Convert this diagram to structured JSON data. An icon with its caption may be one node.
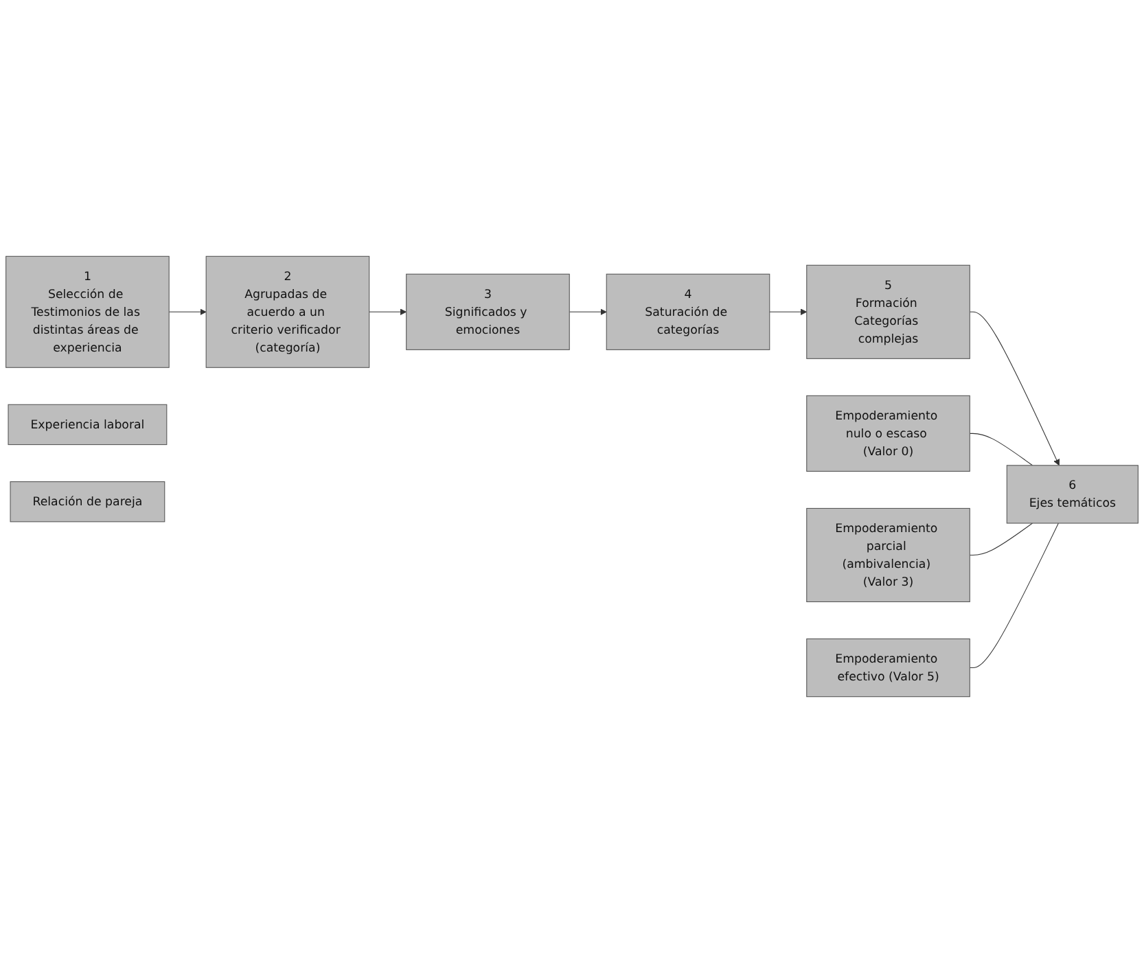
{
  "diagram": {
    "nodes": [
      {
        "text": [
          "1",
          "Selección de Testimonios de las distintas áreas de experiencia"
        ]
      },
      {
        "text": [
          "2",
          "Agrupadas de acuerdo a un criterio verificador (categoría)"
        ]
      },
      {
        "text": [
          "Experiencia laboral"
        ]
      },
      {
        "text": [
          "3",
          "Significados y emociones"
        ]
      },
      {
        "text": [
          "Relación de pareja"
        ]
      },
      {
        "text": [
          "4",
          "Saturación de categorías"
        ]
      },
      {
        "text": [
          "5",
          "Formación Categorías complejas"
        ]
      },
      {
        "text": [
          "Empoderamiento nulo o escaso (Valor 0)"
        ]
      },
      {
        "text": [
          "Empoderamiento parcial (ambivalencia) (Valor 3)"
        ]
      },
      {
        "text": [
          "Empoderamiento efectivo (Valor 5)"
        ]
      },
      {
        "text": [
          "6",
          "Ejes temáticos"
        ]
      }
    ],
    "edges": [
      {
        "from": 0,
        "to": 1,
        "arrow": "to"
      },
      {
        "from": 1,
        "to": 3,
        "arrow": "to"
      },
      {
        "from": 3,
        "to": 5,
        "arrow": "to"
      },
      {
        "from": 5,
        "to": 6,
        "arrow": "to"
      },
      {
        "from": 6,
        "to": 10,
        "arrow": "to"
      },
      {
        "from": 7,
        "to": 10,
        "arrow": "none"
      },
      {
        "from": 8,
        "to": 10,
        "arrow": "none"
      },
      {
        "from": 9,
        "to": 10,
        "arrow": "none"
      }
    ]
  }
}
